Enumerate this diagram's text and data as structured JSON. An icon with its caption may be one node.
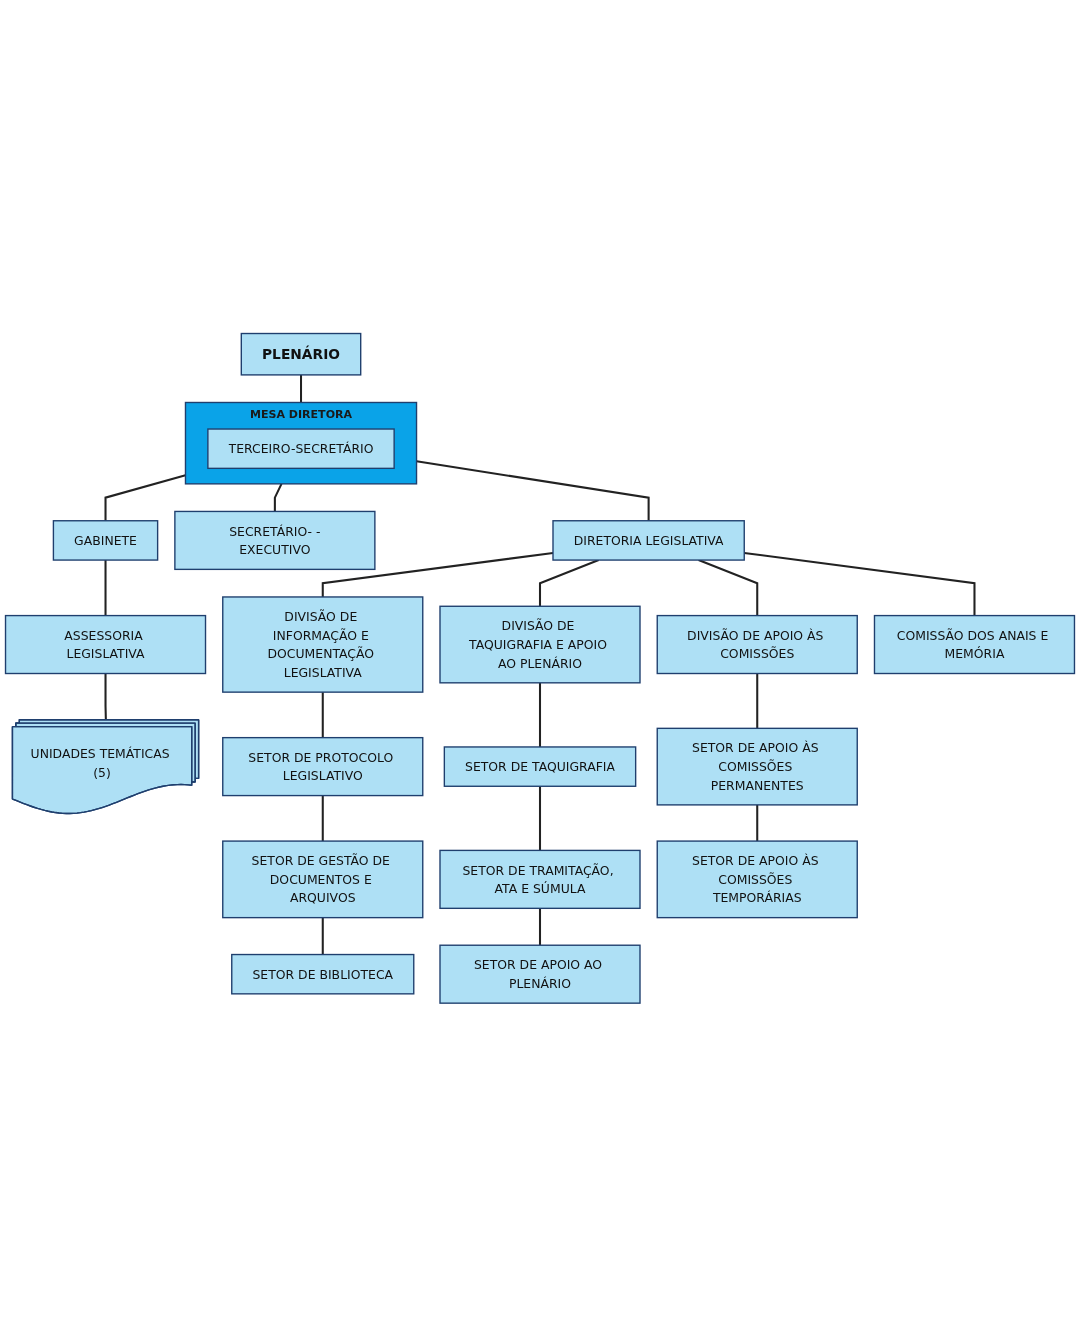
{
  "diagram": {
    "nodes": [
      {
        "text": [
          "PLENÁRIO"
        ]
      },
      {
        "text": [
          "MESA DIRETORA"
        ]
      },
      {
        "text": [
          "TERCEIRO-SECRETÁRIO"
        ],
        "in": 1
      },
      {
        "text": [
          "GABINETE"
        ]
      },
      {
        "text": [
          "SECRETÁRIO- -EXECUTIVO"
        ]
      },
      {
        "text": [
          "ASSESSORIA LEGISLATIVA"
        ]
      },
      {
        "text": [
          "UNIDADES TEMÁTICAS (5)"
        ]
      },
      {
        "text": [
          "DIRETORIA LEGISLATIVA"
        ]
      },
      {
        "text": [
          "DIVISÃO DE INFORMAÇÃO E DOCUMENTAÇÃO LEGISLATIVA"
        ]
      },
      {
        "text": [
          "DIVISÃO DE TAQUIGRAFIA E APOIO AO PLENÁRIO"
        ]
      },
      {
        "text": [
          "DIVISÃO DE APOIO ÀS COMISSÕES"
        ]
      },
      {
        "text": [
          "COMISSÃO DOS ANAIS E MEMÓRIA"
        ]
      },
      {
        "text": [
          "SETOR DE PROTOCOLO LEGISLATIVO"
        ]
      },
      {
        "text": [
          "SETOR DE TAQUIGRAFIA"
        ]
      },
      {
        "text": [
          "SETOR DE APOIO ÀS COMISSÕES PERMANENTES"
        ]
      },
      {
        "text": [
          "SETOR DE GESTÃO DE DOCUMENTOS E ARQUIVOS"
        ]
      },
      {
        "text": [
          "SETOR DE TRAMITAÇÃO, ATA E SÚMULA"
        ]
      },
      {
        "text": [
          "SETOR DE APOIO ÀS COMISSÕES TEMPORÁRIAS"
        ]
      },
      {
        "text": [
          "SETOR DE BIBLIOTECA"
        ]
      },
      {
        "text": [
          "SETOR DE APOIO AO PLENÁRIO"
        ]
      }
    ],
    "edges": [
      {
        "from": 0,
        "to": 1,
        "arrow": "none"
      },
      {
        "from": 1,
        "to": 3,
        "arrow": "none"
      },
      {
        "from": 1,
        "to": 4,
        "arrow": "none"
      },
      {
        "from": 3,
        "to": 5,
        "arrow": "none"
      },
      {
        "from": 5,
        "to": 6,
        "arrow": "none"
      },
      {
        "from": 1,
        "to": 7,
        "arrow": "none"
      },
      {
        "from": 7,
        "to": 8,
        "arrow": "none"
      },
      {
        "from": 7,
        "to": 9,
        "arrow": "none"
      },
      {
        "from": 7,
        "to": 10,
        "arrow": "none"
      },
      {
        "from": 7,
        "to": 11,
        "arrow": "none"
      },
      {
        "from": 8,
        "to": 12,
        "arrow": "none"
      },
      {
        "from": 12,
        "to": 15,
        "arrow": "none"
      },
      {
        "from": 15,
        "to": 18,
        "arrow": "none"
      },
      {
        "from": 9,
        "to": 13,
        "arrow": "none"
      },
      {
        "from": 13,
        "to": 16,
        "arrow": "none"
      },
      {
        "from": 16,
        "to": 19,
        "arrow": "none"
      },
      {
        "from": 10,
        "to": 14,
        "arrow": "none"
      },
      {
        "from": 14,
        "to": 17,
        "arrow": "none"
      }
    ]
  }
}
